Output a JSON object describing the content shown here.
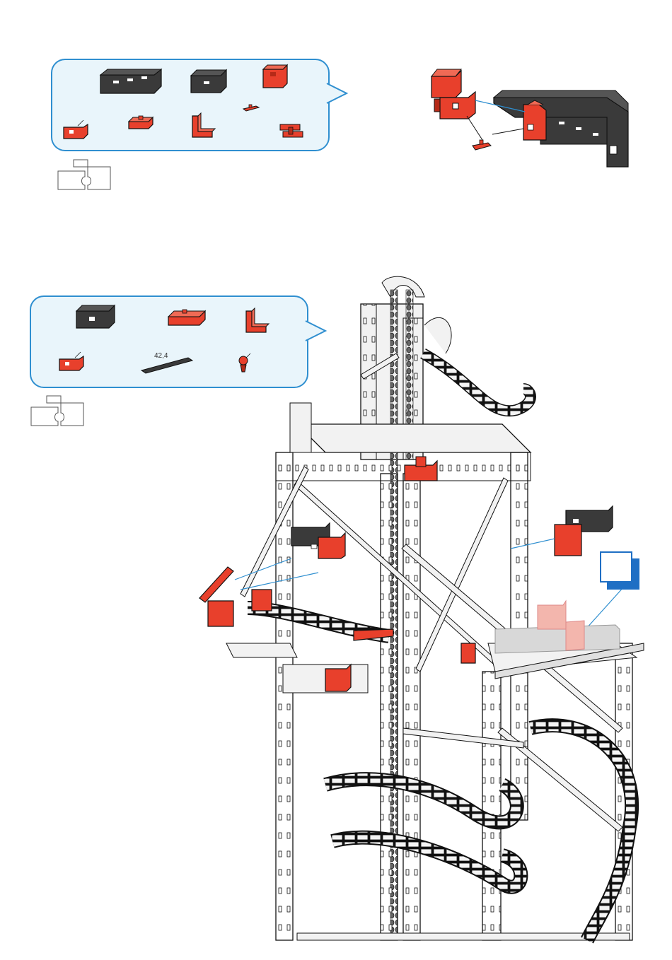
{
  "colors": {
    "red_part": "#e8402c",
    "red_dark": "#b52a18",
    "black_part": "#3a3a3a",
    "black_dark": "#222222",
    "grey_frame": "#f2f2f2",
    "line": "#1a1a1a",
    "callout_border": "#2f8fd0",
    "callout_fill": "#e9f5fb",
    "step_blue": "#1f6fc4",
    "ghost": "#f3b6ad"
  },
  "step1": {
    "parts": [
      "building-block-30-black",
      "building-block-15-black",
      "building-block-red-square",
      "red-connector-pin",
      "red-building-block-small",
      "red-base-plate",
      "red-angle-bracket",
      "red-double-clip"
    ],
    "icon": "puzzle-pieces-icon"
  },
  "step2": {
    "parts": [
      "building-block-15-black",
      "red-base-plate",
      "red-angle-bracket",
      "red-building-block-small",
      "strut-42-4",
      "red-ball-joint"
    ],
    "strut_label": "42,4",
    "icon": "puzzle-pieces-icon"
  }
}
